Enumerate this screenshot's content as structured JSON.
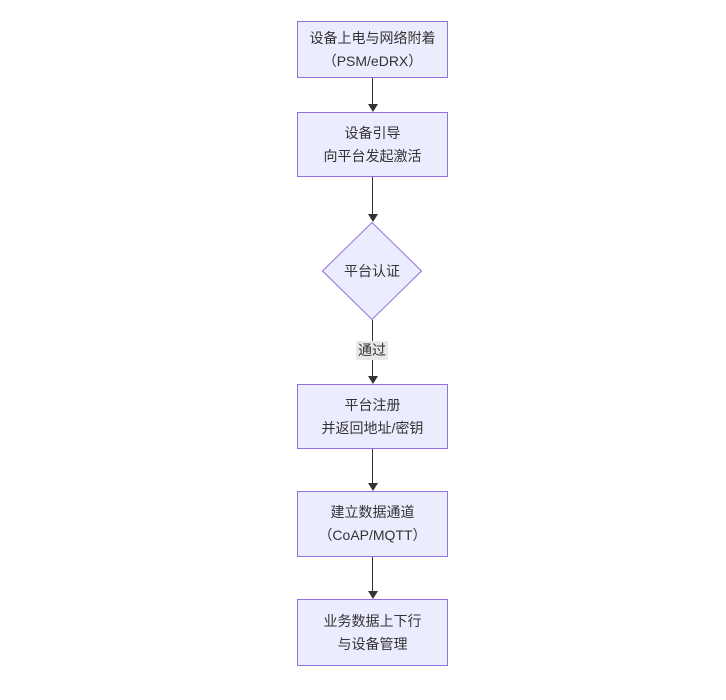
{
  "colors": {
    "background": "#ffffff",
    "node_fill": "#ECECFF",
    "node_border": "#9370DB",
    "line_color": "#333333",
    "text_color": "#333333",
    "edge_label_bg": "#e8e8e8"
  },
  "diagram": {
    "type": "flowchart-top-down",
    "nodes": [
      {
        "id": "A",
        "shape": "rect",
        "line1": "设备上电与网络附着",
        "line2": "（PSM/eDRX）"
      },
      {
        "id": "B",
        "shape": "rect",
        "line1": "设备引导",
        "line2": "向平台发起激活"
      },
      {
        "id": "C",
        "shape": "diamond",
        "line1": "平台认证",
        "line2": ""
      },
      {
        "id": "D",
        "shape": "rect",
        "line1": "平台注册",
        "line2": "并返回地址/密钥"
      },
      {
        "id": "E",
        "shape": "rect",
        "line1": "建立数据通道",
        "line2": "（CoAP/MQTT）"
      },
      {
        "id": "F",
        "shape": "rect",
        "line1": "业务数据上下行",
        "line2": "与设备管理"
      }
    ],
    "edges": [
      {
        "from": "A",
        "to": "B",
        "label": ""
      },
      {
        "from": "B",
        "to": "C",
        "label": ""
      },
      {
        "from": "C",
        "to": "D",
        "label": "通过"
      },
      {
        "from": "D",
        "to": "E",
        "label": ""
      },
      {
        "from": "E",
        "to": "F",
        "label": ""
      }
    ],
    "edge_label_pass": "通过"
  }
}
